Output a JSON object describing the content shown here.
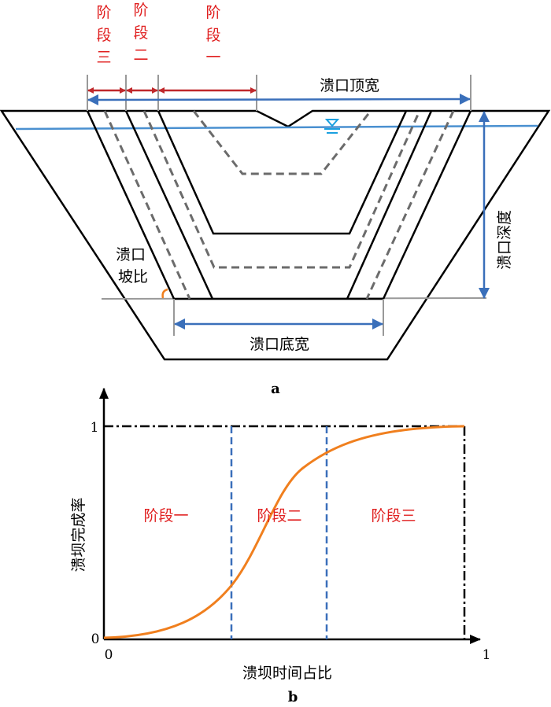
{
  "figure_a": {
    "stage_labels": [
      {
        "chars": [
          "阶",
          "段",
          "三"
        ]
      },
      {
        "chars": [
          "阶",
          "段",
          "二"
        ]
      },
      {
        "chars": [
          "阶",
          "段",
          "一"
        ]
      }
    ],
    "top_width_label": "溃口顶宽",
    "depth_label": "溃口深度",
    "bottom_width_label": "溃口底宽",
    "slope_label": [
      "溃口",
      "坡比"
    ],
    "panel_label": "a"
  },
  "figure_b": {
    "y_tick_top": "1",
    "y_tick_bottom": "0",
    "x_tick_left": "0",
    "x_tick_right": "1",
    "xlabel": "溃坝时间占比",
    "ylabel": "溃坝完成率",
    "stages": [
      "阶段一",
      "阶段二",
      "阶段三"
    ],
    "stage_boundaries": [
      0.34,
      0.59
    ],
    "panel_label": "b"
  },
  "colors": {
    "red": "#cc1f1f",
    "blue": "#3a6fba",
    "orange": "#f07f1e",
    "water": "#1aa0e0",
    "gray": "#6b6b6b"
  }
}
